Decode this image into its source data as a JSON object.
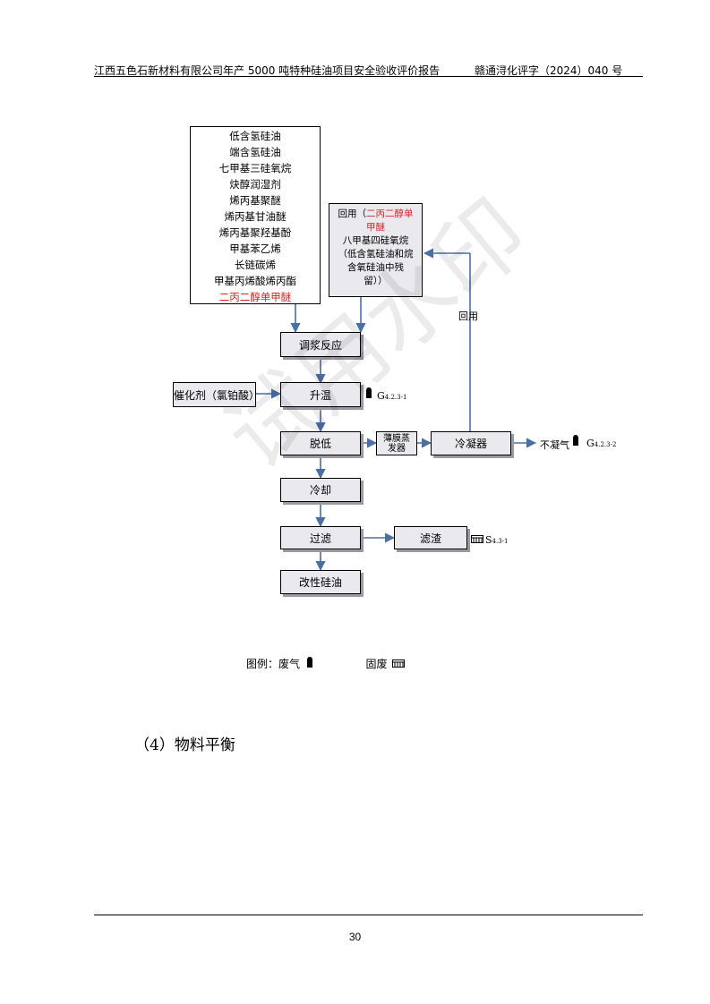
{
  "header": {
    "left": "江西五色石新材料有限公司年产 5000 吨特种硅油项目安全验收评价报告",
    "right": "赣通浔化评字（2024）040 号"
  },
  "flow": {
    "raw_materials": [
      "低含氢硅油",
      "端含氢硅油",
      "七甲基三硅氧烷",
      "炔醇润湿剂",
      "烯丙基聚醚",
      "烯丙基甘油醚",
      "烯丙基聚羟基酚",
      "甲基苯乙烯",
      "长链碳烯",
      "甲基丙烯酸烯丙酯",
      "二丙二醇单甲醚"
    ],
    "recycle": {
      "line1_black": "回用（",
      "line1_red": "二丙二醇单",
      "line2_red": "甲醚",
      "line3": "八甲基四硅氧烷",
      "line4": "（低含氢硅油和烷",
      "line5": "含氧硅油中残",
      "line6": "留））"
    },
    "recycle_label": "回用",
    "catalyst": "催化剂（氯铂酸）",
    "steps": {
      "mix": "调浆反应",
      "heat": "升温",
      "vacuum": "脱低",
      "cool": "冷却",
      "filter": "过滤",
      "product": "改性硅油"
    },
    "thin_film": "薄膜蒸发器",
    "condenser": "冷凝器",
    "noncondensable": "不凝气",
    "residue": "滤渣",
    "emissions": {
      "g1": "G",
      "g1_sub": "4.2.3-1",
      "g2": "G",
      "g2_sub": "4.2.3-2",
      "s1": "S",
      "s1_sub": "4.3-1"
    },
    "watermark": "试用水印"
  },
  "legend": {
    "label": "图例：废气",
    "solid": "固废"
  },
  "section": {
    "title": "（4）物料平衡"
  },
  "footer": {
    "page": "30"
  }
}
